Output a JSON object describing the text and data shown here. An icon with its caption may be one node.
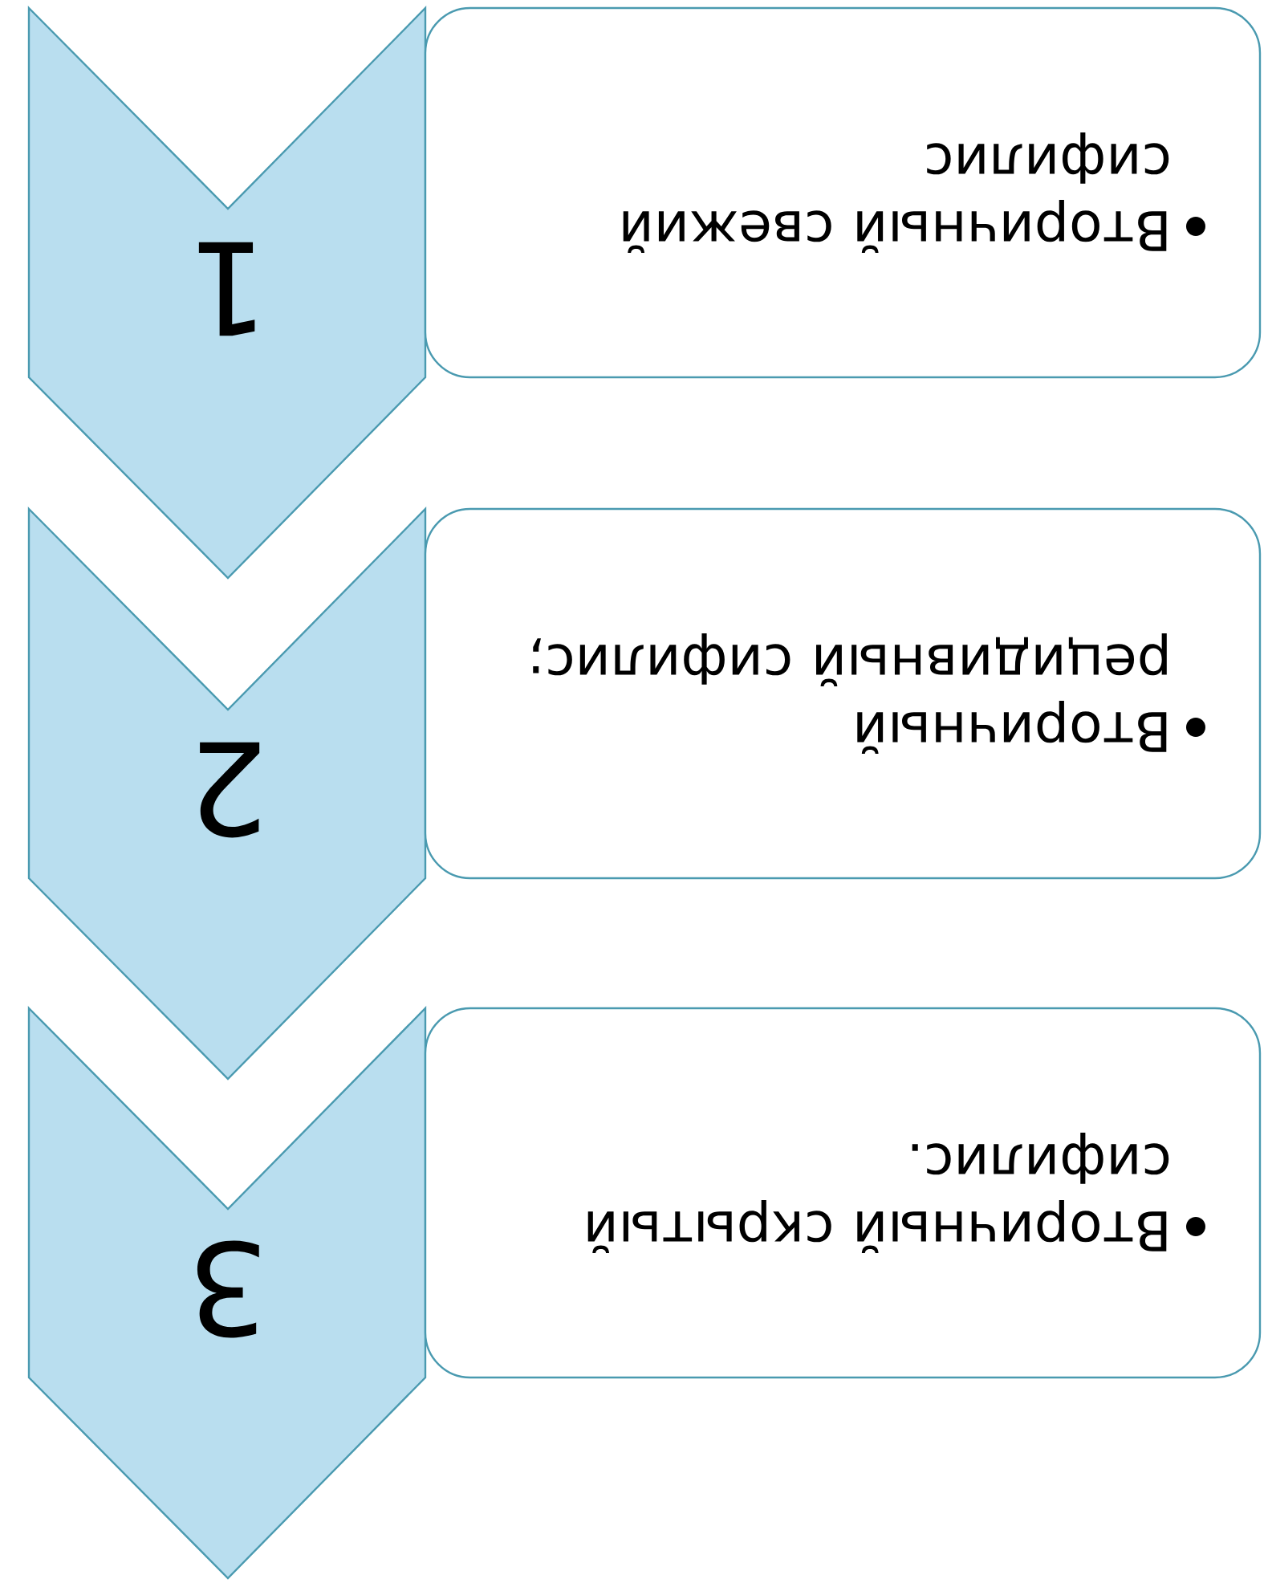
{
  "diagram": {
    "nodes": [
      {
        "text": [
          "1"
        ]
      },
      {
        "text": [
          "Вторичный свежий сифилис"
        ]
      },
      {
        "text": [
          "2"
        ]
      },
      {
        "text": [
          "Вторичный рецидивный сифилис;"
        ]
      },
      {
        "text": [
          "3"
        ]
      },
      {
        "text": [
          "Вторичный скрытый сифилис."
        ]
      }
    ]
  }
}
